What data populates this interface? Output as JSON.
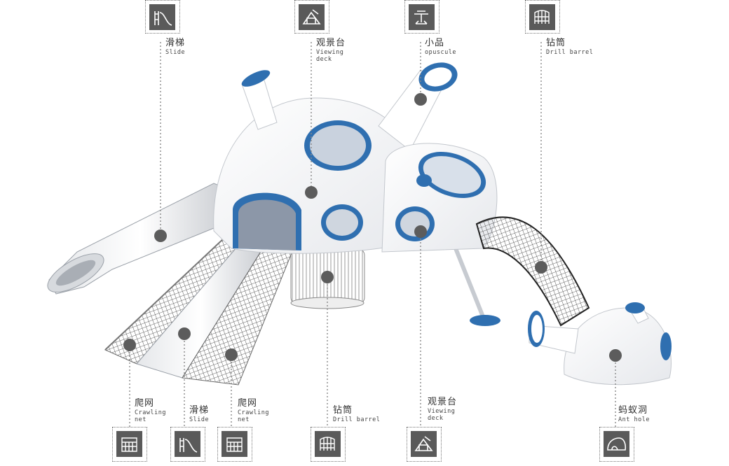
{
  "colors": {
    "accent": "#2f6fb0",
    "line": "#888888",
    "icon_bg": "#5a5a5a",
    "dot": "#5c5c5c"
  },
  "callouts_top": [
    {
      "zh": "滑梯",
      "en": "Slide",
      "icon": "slide-icon"
    },
    {
      "zh": "观景台",
      "en": "Viewing deck",
      "icon": "viewing-deck-icon"
    },
    {
      "zh": "小品",
      "en": "opuscule",
      "icon": "opuscule-icon"
    },
    {
      "zh": "钻筒",
      "en": "Drill barrel",
      "icon": "drill-barrel-icon"
    }
  ],
  "callouts_bottom": [
    {
      "zh": "爬网",
      "en": "Crawling net",
      "icon": "crawling-net-icon"
    },
    {
      "zh": "滑梯",
      "en": "Slide",
      "icon": "slide-icon"
    },
    {
      "zh": "爬网",
      "en": "Crawling net",
      "icon": "crawling-net-icon"
    },
    {
      "zh": "钻筒",
      "en": "Drill barrel",
      "icon": "drill-barrel-icon"
    },
    {
      "zh": "观景台",
      "en": "Viewing deck",
      "icon": "viewing-deck-icon"
    },
    {
      "zh": "蚂蚁洞",
      "en": "Ant hole",
      "icon": "ant-hole-icon"
    }
  ]
}
